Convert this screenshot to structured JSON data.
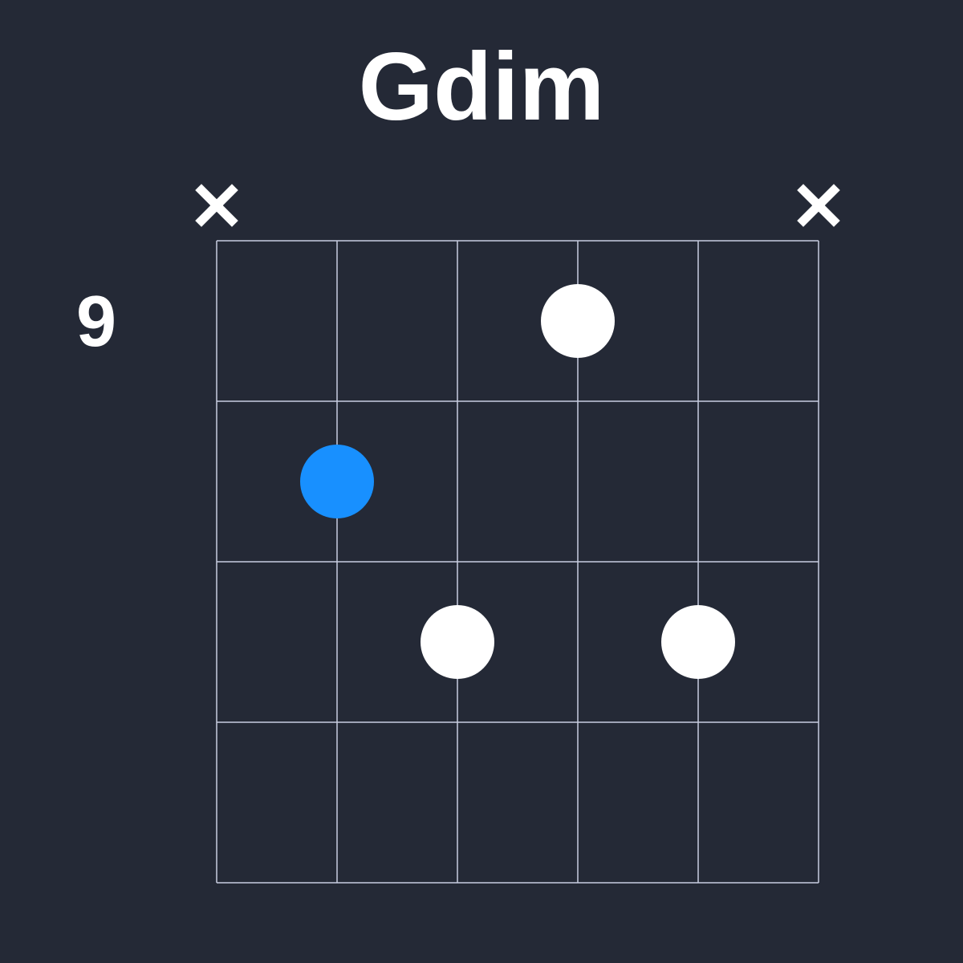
{
  "chord": {
    "name": "Gdim",
    "start_fret": "9"
  },
  "diagram": {
    "strings": 6,
    "frets_shown": 4,
    "muted_strings": [
      1,
      6
    ],
    "dots": [
      {
        "string": 4,
        "fret": 1,
        "style": "note"
      },
      {
        "string": 2,
        "fret": 2,
        "style": "root"
      },
      {
        "string": 3,
        "fret": 3,
        "style": "note"
      },
      {
        "string": 5,
        "fret": 3,
        "style": "note"
      }
    ],
    "muted_marker_icon": "x-mark-icon"
  },
  "colors": {
    "background": "#242936",
    "grid": "#c8cde0",
    "note_dot": "#ffffff",
    "root_dot": "#1890ff",
    "muted": "#ffffff"
  }
}
